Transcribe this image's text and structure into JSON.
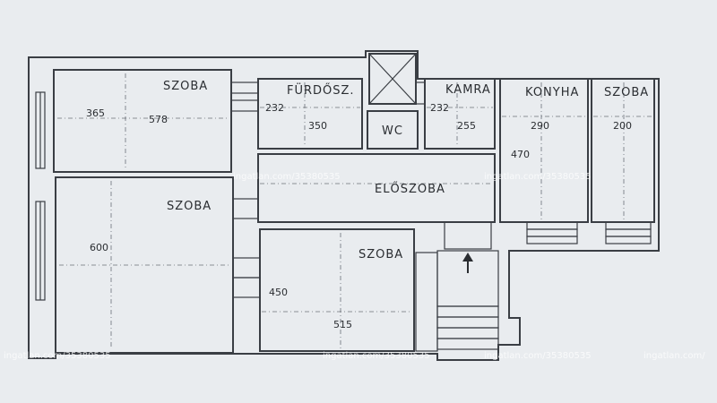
{
  "rooms": {
    "szoba_top": "SZOBA",
    "furdo": "FÜRDŐSZ.",
    "kamra": "KAMRA",
    "konyha": "KONYHA",
    "szoba_small": "SZOBA",
    "wc": "WC",
    "eloszoba": "ELŐSZOBA",
    "szoba_large": "SZOBA",
    "szoba_mid": "SZOBA"
  },
  "dims": {
    "d365": "365",
    "d578": "578",
    "d232a": "232",
    "d350": "350",
    "d232b": "232",
    "d255": "255",
    "d290": "290",
    "d200": "200",
    "d470": "470",
    "d600": "600",
    "d450": "450",
    "d515": "515"
  },
  "watermarks": {
    "w1": "ingatlan.com/35380535",
    "w2": "ingatlan.com/35380535",
    "w3": "ingatlan.com/35380535",
    "w4": "ingatlan.com/35380535",
    "w5": "ingatlan.com/35380535",
    "w6": "ingatlan.com/"
  }
}
